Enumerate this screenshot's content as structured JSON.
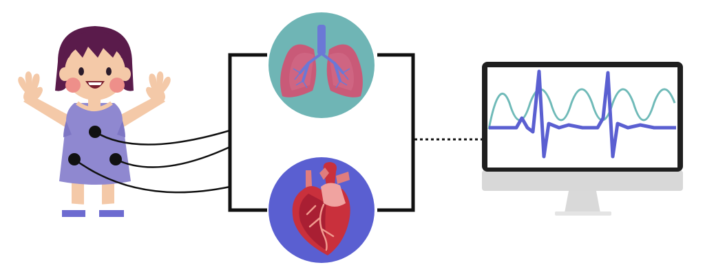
{
  "diagram": {
    "nodes": [
      {
        "id": "child",
        "icon": "child-with-electrodes-icon"
      },
      {
        "id": "lungs",
        "icon": "lungs-icon"
      },
      {
        "id": "heart",
        "icon": "heart-icon"
      },
      {
        "id": "monitor",
        "icon": "monitor-icon"
      }
    ],
    "edges": [
      {
        "from": "child",
        "to": "lungs",
        "style": "solid"
      },
      {
        "from": "child",
        "to": "heart",
        "style": "solid"
      },
      {
        "from": "lungs",
        "to": "monitor",
        "style": "dotted"
      },
      {
        "from": "heart",
        "to": "monitor",
        "style": "dotted"
      }
    ],
    "signals": [
      {
        "name": "cardiac-signal",
        "color": "#5a5fd1"
      },
      {
        "name": "respiratory-signal",
        "color": "#6fbab8"
      }
    ]
  },
  "colors": {
    "lungs_bg": "#6fb5b5",
    "heart_bg": "#5a5fd1",
    "cardiac_trace": "#5a5fd1",
    "respiratory_trace": "#6fbab8",
    "lungs": "#c95a78",
    "heart": "#c9303c",
    "dress": "#8f88d0",
    "hair": "#5a1b4b",
    "monitor_frame": "#1f1f1f"
  }
}
